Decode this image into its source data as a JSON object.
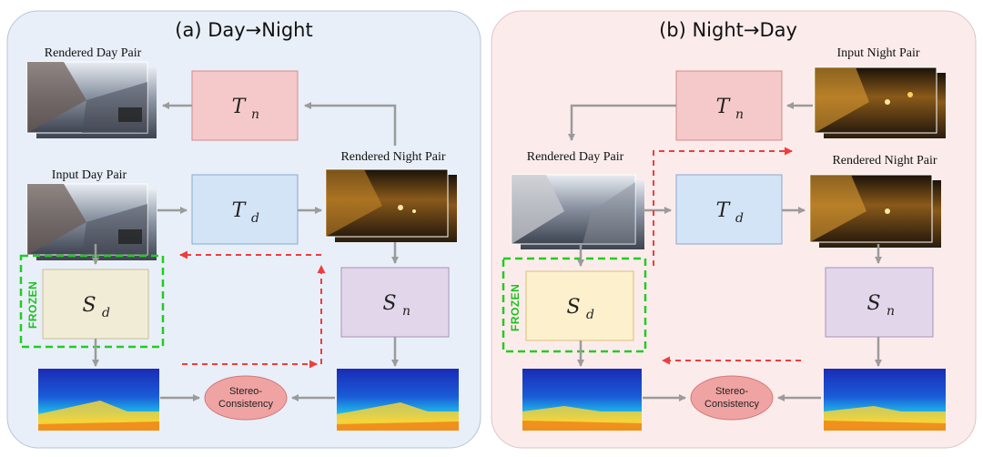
{
  "panels": {
    "a": {
      "title": "(a) Day→Night",
      "label_rendered_day": "Rendered Day Pair",
      "label_input_day": "Input Day Pair",
      "label_rendered_night": "Rendered Night Pair",
      "tn": {
        "main": "T",
        "sub": "n"
      },
      "td": {
        "main": "T",
        "sub": "d"
      },
      "sd": {
        "main": "S",
        "sub": "d"
      },
      "sn": {
        "main": "S",
        "sub": "n"
      },
      "frozen": "FROZEN",
      "consistency_line1": "Stereo-",
      "consistency_line2": "Consistency"
    },
    "b": {
      "title": "(b) Night→Day",
      "label_input_night": "Input Night Pair",
      "label_rendered_day": "Rendered Day Pair",
      "label_rendered_night": "Rendered Night Pair",
      "tn": {
        "main": "T",
        "sub": "n"
      },
      "td": {
        "main": "T",
        "sub": "d"
      },
      "sd": {
        "main": "S",
        "sub": "d"
      },
      "sn": {
        "main": "S",
        "sub": "n"
      },
      "frozen": "FROZEN",
      "consistency_line1": "Stereo-",
      "consistency_line2": "Consistency"
    }
  },
  "colors": {
    "panel_a_bg": "#e8eff8",
    "panel_b_bg": "#fbeceb",
    "tn_box": "#f5c9c9",
    "td_box": "#d4e4f7",
    "sd_box_a": "#f1ecd6",
    "sd_box_b": "#fdf0cc",
    "sn_box": "#e2d7ea",
    "frozen": "#22cc22",
    "loss_arrow": "#f03c3c",
    "flow_arrow": "#9b9b9b",
    "ellipse": "#f0a3a3"
  }
}
